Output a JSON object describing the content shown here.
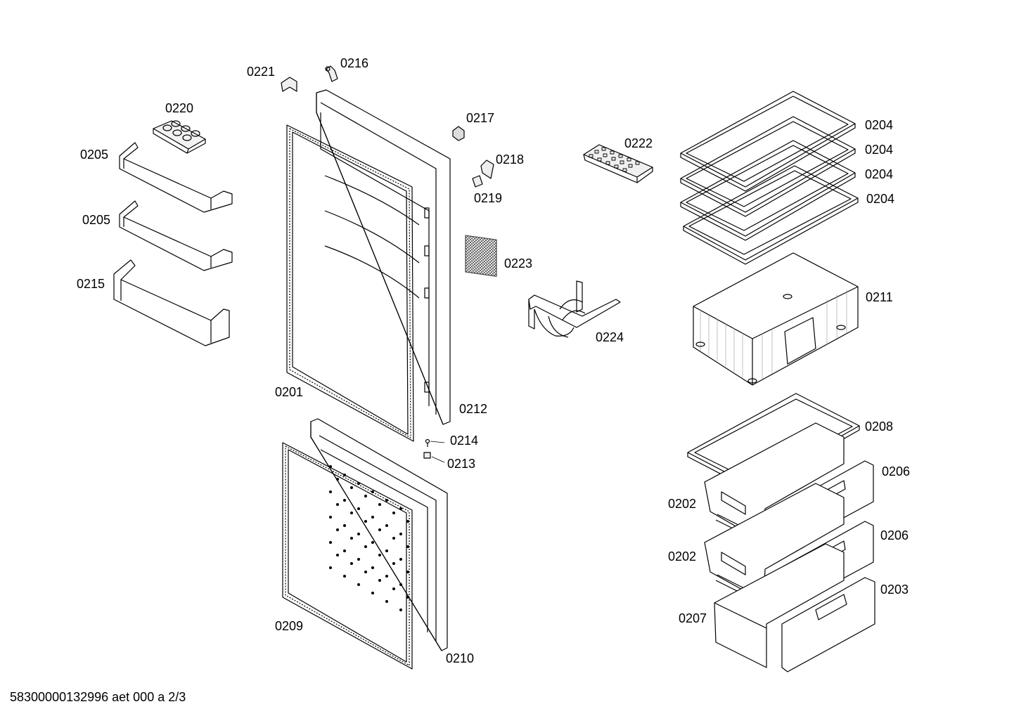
{
  "labels": {
    "p0221": "0221",
    "p0216": "0216",
    "p0220": "0220",
    "p0217": "0217",
    "p0222": "0222",
    "p0205a": "0205",
    "p0205b": "0205",
    "p0215": "0215",
    "p0218": "0218",
    "p0219": "0219",
    "p0223": "0223",
    "p0224": "0224",
    "p0201": "0201",
    "p0212": "0212",
    "p0214": "0214",
    "p0213": "0213",
    "p0209": "0209",
    "p0210": "0210",
    "p0204a": "0204",
    "p0204b": "0204",
    "p0204c": "0204",
    "p0204d": "0204",
    "p0211": "0211",
    "p0208": "0208",
    "p0206a": "0206",
    "p0206b": "0206",
    "p0203": "0203",
    "p0202a": "0202",
    "p0202b": "0202",
    "p0207": "0207"
  },
  "footer": "58300000132996 aet 000 a 2/3"
}
